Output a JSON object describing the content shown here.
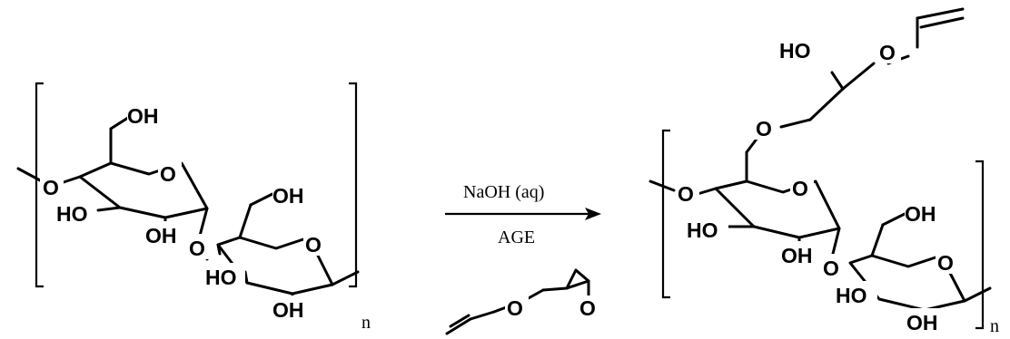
{
  "reaction": {
    "reagent_top": "NaOH (aq)",
    "reagent_bottom": "AGE"
  },
  "atoms": {
    "O": "O",
    "OH": "OH",
    "HO": "HO"
  },
  "polymer": {
    "repeat_label": "n"
  }
}
